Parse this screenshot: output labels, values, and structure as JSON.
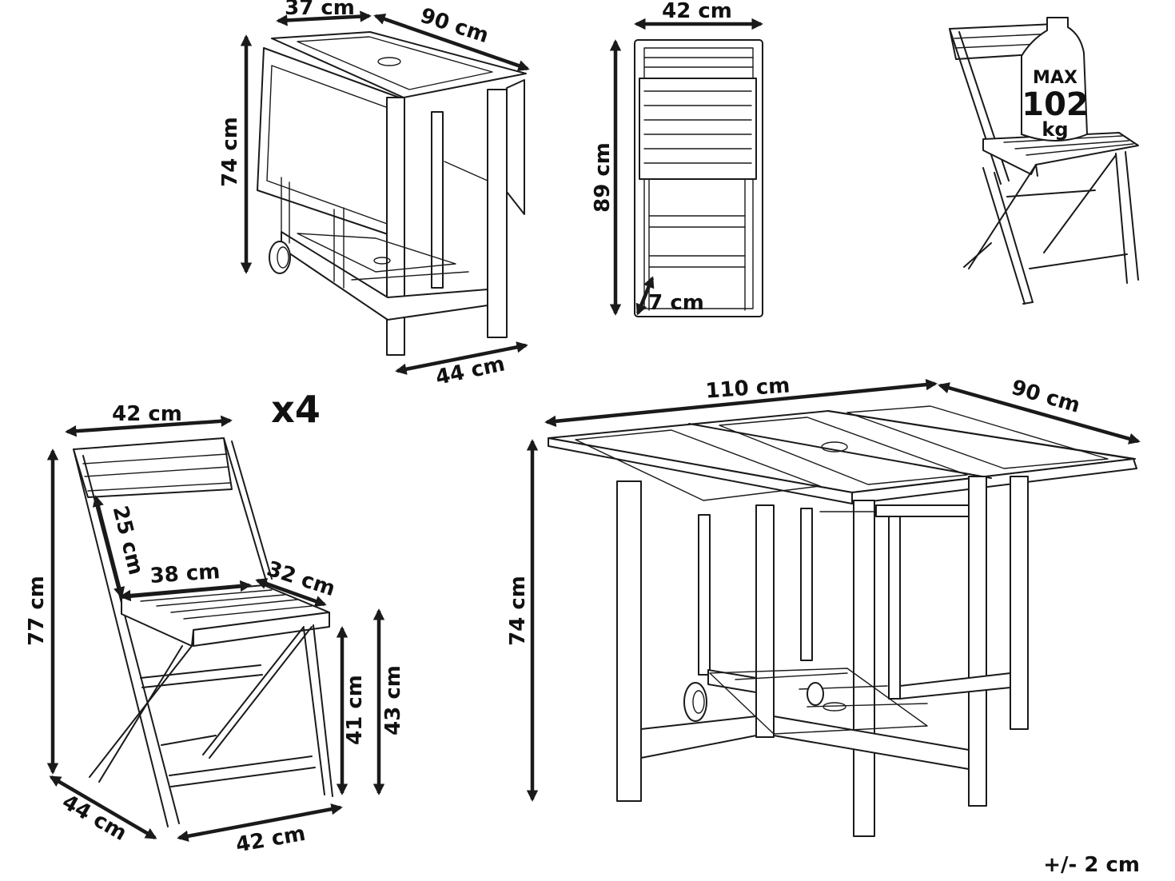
{
  "folded_table": {
    "depth": "37 cm",
    "length": "90 cm",
    "height": "74 cm",
    "width": "44 cm"
  },
  "folded_chair": {
    "width": "42 cm",
    "height": "89 cm",
    "thickness": "7 cm"
  },
  "load_badge": {
    "label": "MAX",
    "value": "102",
    "unit": "kg"
  },
  "chair": {
    "quantity": "x4",
    "top_width": "42 cm",
    "total_height": "77 cm",
    "back_height": "25 cm",
    "seat_width": "38 cm",
    "seat_depth": "32 cm",
    "front_seat_height": "41 cm",
    "seat_height": "43 cm",
    "depth": "44 cm",
    "base_width": "42 cm"
  },
  "open_table": {
    "length": "110 cm",
    "width": "90 cm",
    "height": "74 cm"
  },
  "tolerance": "+/- 2 cm"
}
